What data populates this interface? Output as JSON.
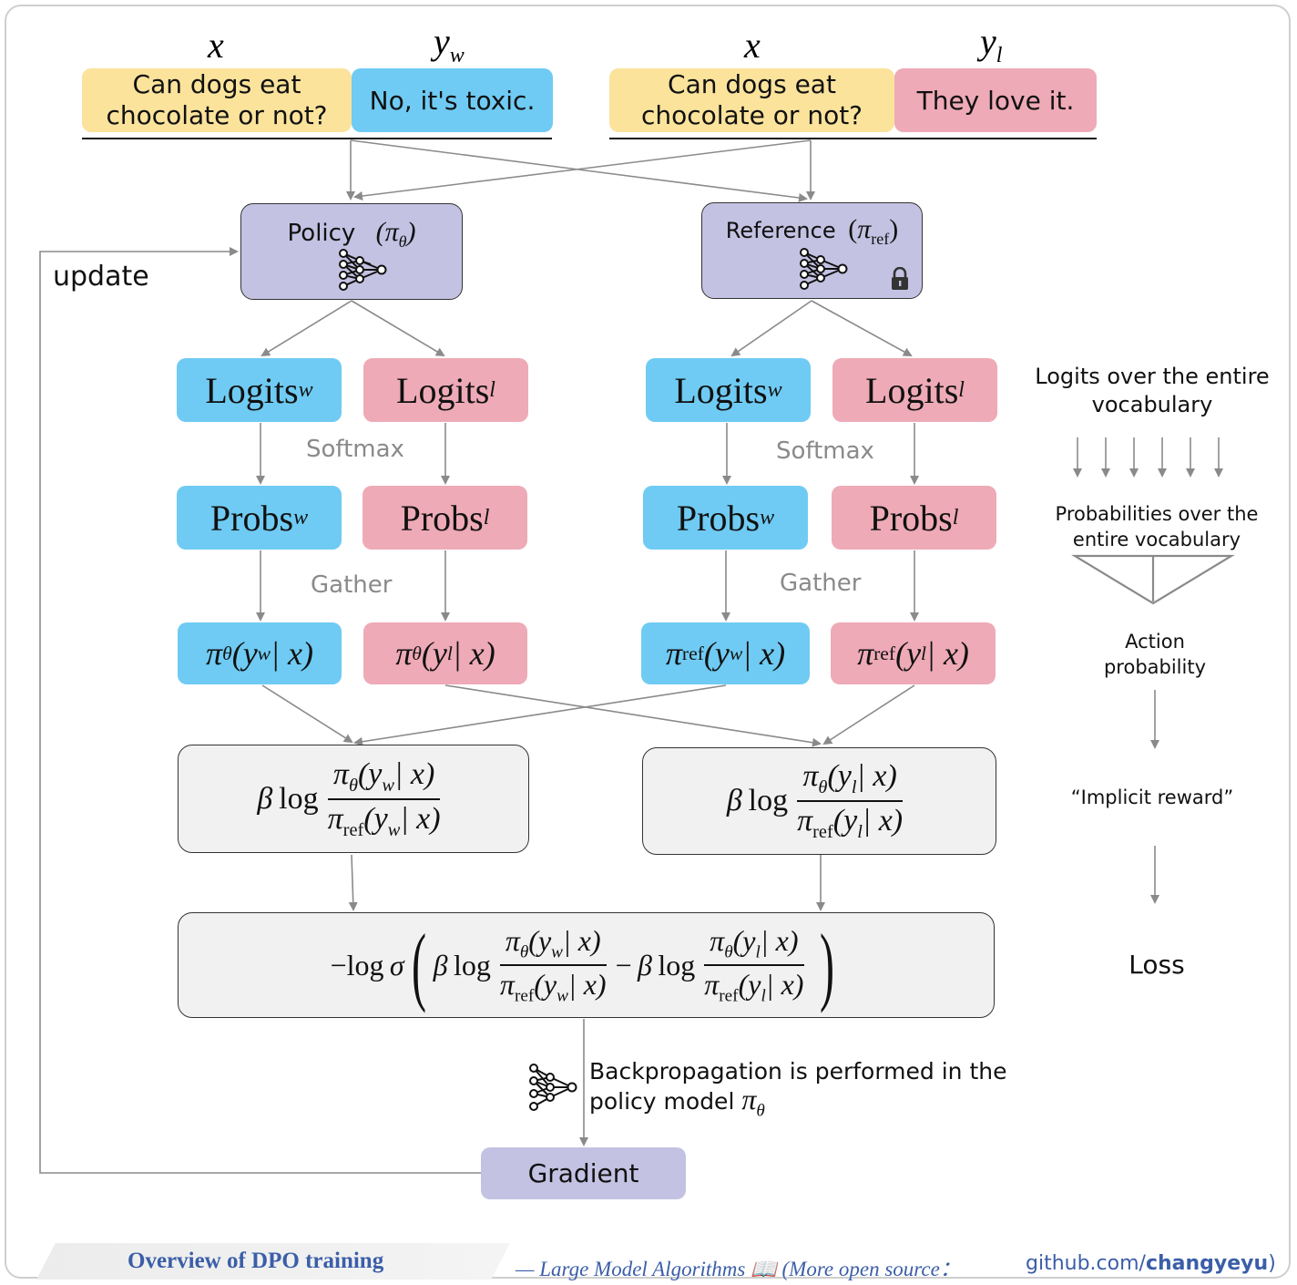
{
  "inputs": {
    "x_label": "x",
    "yw_label": "y",
    "yw_sub": "w",
    "yl_label": "y",
    "yl_sub": "l",
    "prompt_text": "Can dogs eat chocolate or not?",
    "chosen_text": "No, it's toxic.",
    "rejected_text": "They love it."
  },
  "models": {
    "policy_label": "Policy",
    "policy_symbol": "π",
    "policy_sub": "θ",
    "reference_label": "Reference",
    "reference_symbol": "π",
    "reference_sub": "ref",
    "update_label": "update"
  },
  "nodes": {
    "logits": "Logits",
    "probs": "Probs",
    "w": "w",
    "l": "l",
    "softmax": "Softmax",
    "gather": "Gather"
  },
  "gradient": {
    "label": "Gradient",
    "backprop_line1": "Backpropagation is performed in the",
    "backprop_line2": "policy model"
  },
  "side_legend": {
    "logits_desc_1": "Logits over the entire",
    "logits_desc_2": "vocabulary",
    "probs_desc_1": "Probabilities over the",
    "probs_desc_2": "entire vocabulary",
    "action_1": "Action",
    "action_2": "probability",
    "implicit_reward": "“Implicit reward”",
    "loss": "Loss"
  },
  "footer": {
    "title": "Overview of DPO training",
    "credit": "— Large Model Algorithms 📖 (More open source：",
    "repo_prefix": "github.com/",
    "repo_user": "changyeyu",
    "close": ")"
  },
  "colors": {
    "yellow": "#fbe39c",
    "blue": "#6fcbf3",
    "pink": "#eeaab6",
    "purple": "#c4c2e2",
    "gray": "#f1f1f1",
    "arrow": "#8a8a8a",
    "footer_title": "#3b5ea8"
  }
}
